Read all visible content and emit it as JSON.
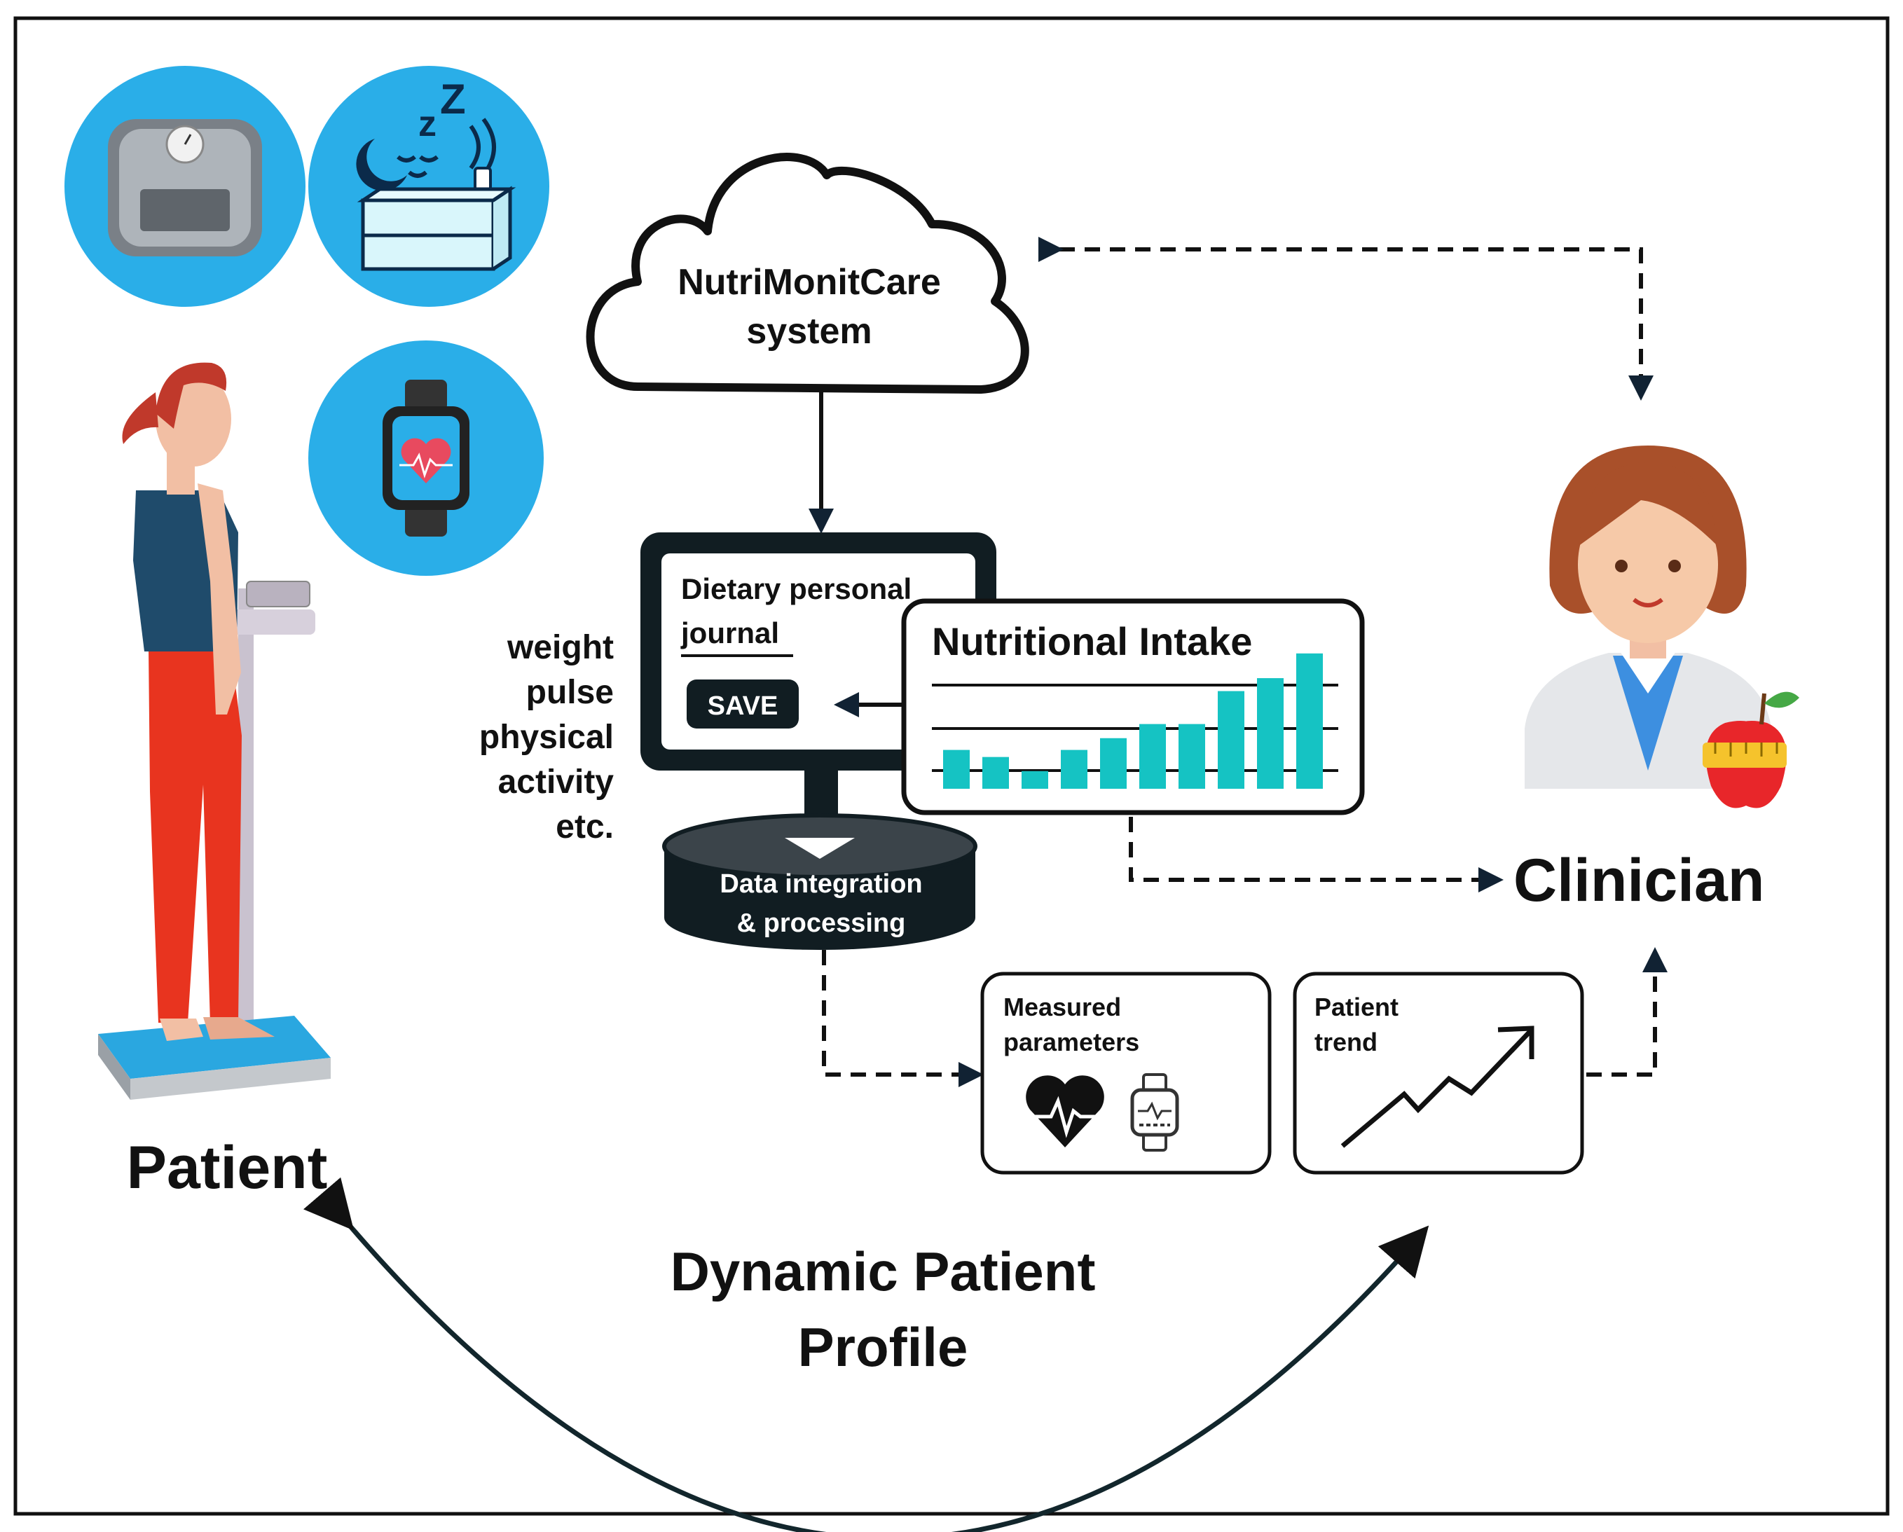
{
  "cloud": {
    "line1": "NutriMonitCare",
    "line2": "system"
  },
  "journal": {
    "title_line1": "Dietary personal",
    "title_line2": "journal",
    "save_label": "SAVE"
  },
  "inputs": [
    "weight",
    "pulse",
    "physical",
    "activity",
    "etc."
  ],
  "intake": {
    "title": "Nutritional Intake",
    "bars": [
      0.33,
      0.27,
      0.15,
      0.33,
      0.43,
      0.55,
      0.55,
      0.83,
      0.94,
      1.15
    ]
  },
  "processing": {
    "line1": "Data integration",
    "line2": "& processing"
  },
  "measured": {
    "line1": "Measured",
    "line2": "parameters"
  },
  "trend": {
    "line1": "Patient",
    "line2": "trend"
  },
  "actors": {
    "patient": "Patient",
    "clinician": "Clinician"
  },
  "profile": {
    "line1": "Dynamic Patient",
    "line2": "Profile"
  },
  "icons": [
    "scale-icon",
    "sleep-icon",
    "smartwatch-icon",
    "heart-icon",
    "watch-icon",
    "trend-arrow-icon",
    "patient-figure",
    "clinician-avatar",
    "apple-icon"
  ],
  "colors": {
    "circle_blue": "#29aee8",
    "bar_teal": "#15c3c3",
    "dark": "#111d22",
    "shirt": "#1f4b6b",
    "pants": "#e8341f",
    "hair_red": "#c0392b"
  }
}
